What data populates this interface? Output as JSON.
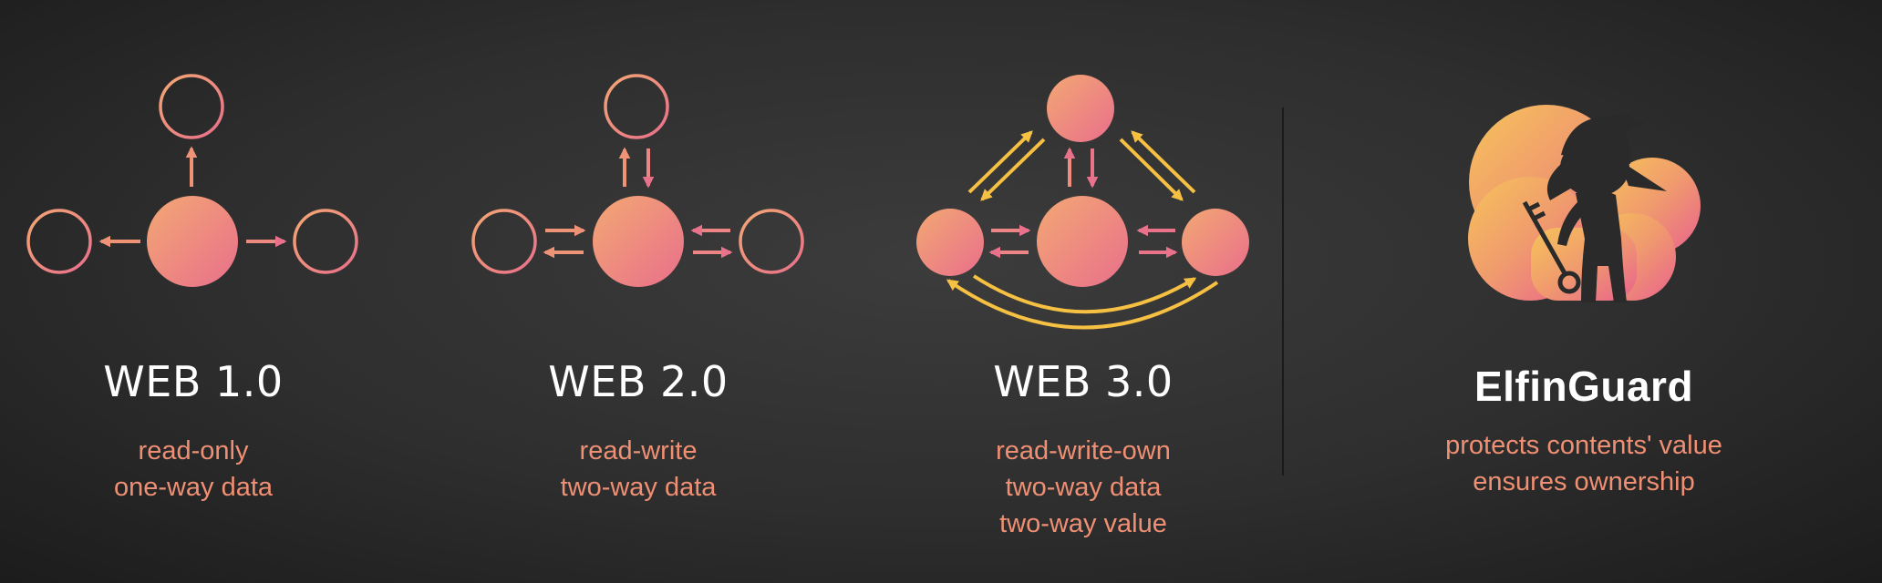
{
  "sections": [
    {
      "title": "WEB 1.0",
      "lines": [
        "read-only",
        "one-way data"
      ]
    },
    {
      "title": "WEB 2.0",
      "lines": [
        "read-write",
        "two-way data"
      ]
    },
    {
      "title": "WEB 3.0",
      "lines": [
        "read-write-own",
        "two-way data",
        "two-way value"
      ]
    },
    {
      "title": "ElfinGuard",
      "lines": [
        "protects contents' value",
        "ensures ownership"
      ]
    }
  ],
  "colors": {
    "accent_start": "#f2a070",
    "accent_end": "#e8708c",
    "gold": "#f6c043",
    "subtitle": "#ef8f73",
    "background": "#2e2e2e"
  },
  "icons": [
    "elfin-guard-logo",
    "key-icon"
  ]
}
